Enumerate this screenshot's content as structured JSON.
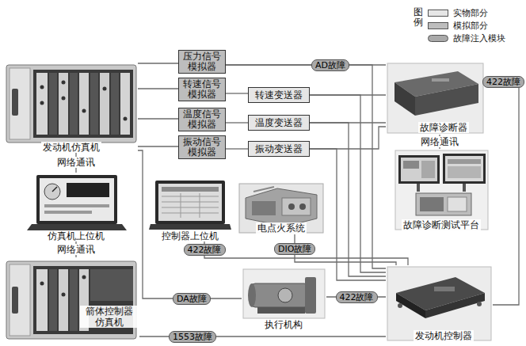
{
  "diagram": {
    "nodes": [
      {
        "text": [
          "发动机仿真机"
        ]
      },
      {
        "text": [
          "压力信号 模拟器"
        ]
      },
      {
        "text": [
          "转速信号 模拟器"
        ]
      },
      {
        "text": [
          "转速变送器"
        ]
      },
      {
        "text": [
          "温度信号 模拟器"
        ]
      },
      {
        "text": [
          "温度变送器"
        ]
      },
      {
        "text": [
          "振动信号 模拟器"
        ]
      },
      {
        "text": [
          "振动变送器"
        ]
      },
      {
        "text": [
          "故障诊断器"
        ]
      },
      {
        "text": [
          "故障诊断测试平台"
        ]
      },
      {
        "text": [
          "仿真机上位机"
        ]
      },
      {
        "text": [
          "控制器上位机"
        ]
      },
      {
        "text": [
          "电点火系统"
        ]
      },
      {
        "text": [
          "箭体控制器 仿真机"
        ]
      },
      {
        "text": [
          "执行机构"
        ]
      },
      {
        "text": [
          "发动机控制器"
        ]
      }
    ],
    "edges": [
      {
        "from": 0,
        "to": 1,
        "arrow": "none"
      },
      {
        "from": 0,
        "to": 2,
        "arrow": "none"
      },
      {
        "from": 0,
        "to": 4,
        "arrow": "none"
      },
      {
        "from": 0,
        "to": 6,
        "arrow": "none"
      },
      {
        "from": 2,
        "to": 3,
        "arrow": "none"
      },
      {
        "from": 4,
        "to": 5,
        "arrow": "none"
      },
      {
        "from": 6,
        "to": 7,
        "arrow": "none"
      },
      {
        "from": 1,
        "to": 8,
        "label": "AD故障",
        "arrow": "none"
      },
      {
        "from": 3,
        "to": 8,
        "arrow": "none"
      },
      {
        "from": 5,
        "to": 8,
        "arrow": "none"
      },
      {
        "from": 7,
        "to": 8,
        "arrow": "none"
      },
      {
        "from": 1,
        "to": 15,
        "arrow": "none"
      },
      {
        "from": 3,
        "to": 15,
        "arrow": "none"
      },
      {
        "from": 5,
        "to": 15,
        "arrow": "none"
      },
      {
        "from": 7,
        "to": 15,
        "arrow": "none"
      },
      {
        "from": 8,
        "to": 15,
        "label": "422故障",
        "arrow": "none"
      },
      {
        "from": 8,
        "to": 9,
        "label": "网络通讯",
        "arrow": "none"
      },
      {
        "from": 0,
        "to": 10,
        "label": "网络通讯",
        "arrow": "none"
      },
      {
        "from": 10,
        "to": 13,
        "label": "网络通讯",
        "arrow": "none"
      },
      {
        "from": 11,
        "to": 15,
        "label": "422故障",
        "arrow": "none"
      },
      {
        "from": 12,
        "to": 15,
        "label": "DIO故障",
        "arrow": "none"
      },
      {
        "from": 14,
        "to": 15,
        "label": "422故障",
        "arrow": "none"
      },
      {
        "from": 0,
        "to": 14,
        "label": "DA故障",
        "arrow": "none"
      },
      {
        "from": 13,
        "to": 15,
        "label": "1553故障",
        "arrow": "none"
      }
    ],
    "labels": [
      "图例"
    ],
    "legend": [
      {
        "text": "实物部分",
        "color": "#e6e6e6"
      },
      {
        "text": "模拟部分",
        "color": "#bdbdbd"
      },
      {
        "text": "故障注入模块",
        "color": "#a9a9a9"
      }
    ]
  }
}
